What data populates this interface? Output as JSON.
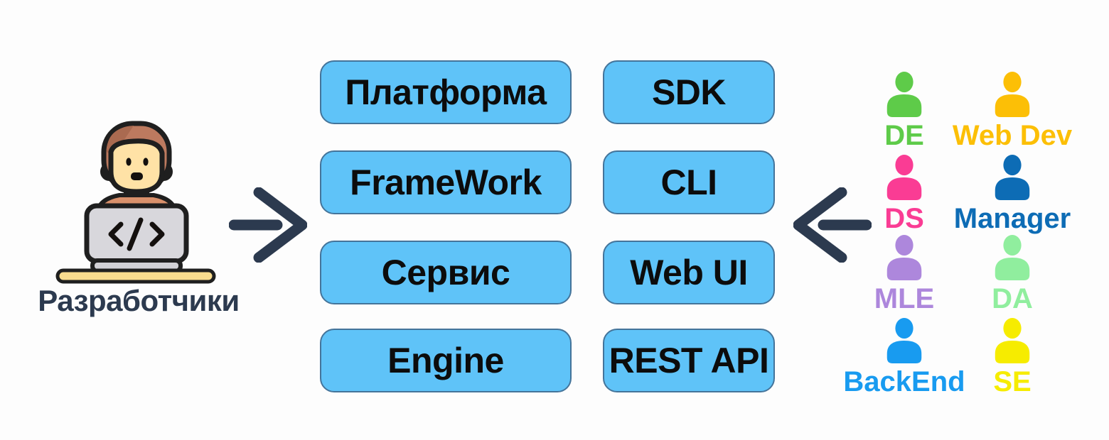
{
  "canvas": {
    "background": "#fdfdfd"
  },
  "developer": {
    "label": "Разработчики",
    "label_color": "#2c3a4f",
    "illustration": "person-coding-at-laptop",
    "colors": {
      "outline": "#1f1f1f",
      "hair": "#bd7a5f",
      "hair_shade": "#aa6a50",
      "skin": "#ffe2a6",
      "neck": "#f6d192",
      "shirt": "#d9906b",
      "laptop": "#d8d7dc",
      "laptop_base": "#d2d1d6",
      "desk": "#f9dc8e",
      "features": "#14100e"
    }
  },
  "arrows": {
    "color": "#2c3a4f"
  },
  "products": {
    "box_fill": "#5fc3f8",
    "box_border": "#44749a",
    "text_color": "#0c0c0c",
    "column1": [
      "Платформа",
      "FrameWork",
      "Сервис",
      "Engine"
    ],
    "column2": [
      "SDK",
      "CLI",
      "Web UI",
      "REST API"
    ]
  },
  "roles": [
    {
      "label": "DE",
      "color": "#5ecb49"
    },
    {
      "label": "Web Dev",
      "color": "#fcbf06"
    },
    {
      "label": "DS",
      "color": "#fa3c94"
    },
    {
      "label": "Manager",
      "color": "#0d6cb5"
    },
    {
      "label": "MLE",
      "color": "#ad87dc"
    },
    {
      "label": "DA",
      "color": "#90ee9e"
    },
    {
      "label": "BackEnd",
      "color": "#189bf0"
    },
    {
      "label": "SE",
      "color": "#f6ec00"
    }
  ]
}
